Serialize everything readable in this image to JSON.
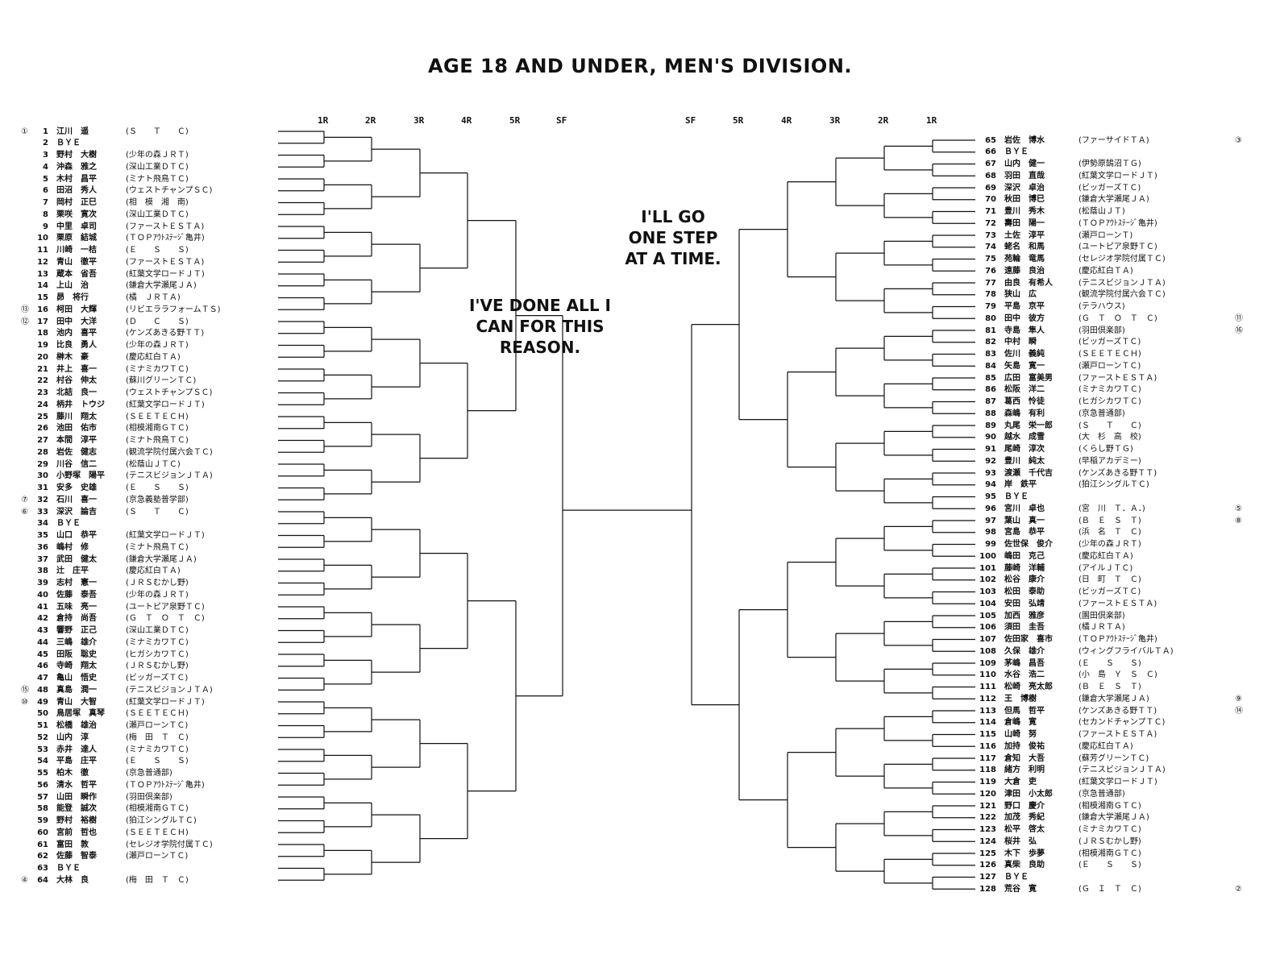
{
  "title": "AGE 18 AND UNDER, MEN'S DIVISION.",
  "rounds_left": [
    "1R",
    "2R",
    "3R",
    "4R",
    "5R",
    "SF"
  ],
  "rounds_right": [
    "SF",
    "5R",
    "4R",
    "3R",
    "2R",
    "1R"
  ],
  "bubble_left": "I'VE DONE ALL I CAN FOR THIS REASON.",
  "bubble_right": "I'LL GO ONE STEP AT A TIME.",
  "left_entries": [
    {
      "seed": "①",
      "num": "1",
      "name": "江川　遥",
      "club": "(Ｓ　　Ｔ　　Ｃ)"
    },
    {
      "seed": "",
      "num": "2",
      "name": "ＢＹＥ",
      "club": ""
    },
    {
      "seed": "",
      "num": "3",
      "name": "野村　大樹",
      "club": "(少年の森ＪＲＴ)"
    },
    {
      "seed": "",
      "num": "4",
      "name": "沖森　雅之",
      "club": "(深山工業ＤＴＣ)"
    },
    {
      "seed": "",
      "num": "5",
      "name": "木村　昌平",
      "club": "(ミナト飛鳥ＴＣ)"
    },
    {
      "seed": "",
      "num": "6",
      "name": "田沼　秀人",
      "club": "(ウェストチャンプＳＣ)"
    },
    {
      "seed": "",
      "num": "7",
      "name": "岡村　正巳",
      "club": "(相　模　湘　南)"
    },
    {
      "seed": "",
      "num": "8",
      "name": "栗咲　寛次",
      "club": "(深山工業ＤＴＣ)"
    },
    {
      "seed": "",
      "num": "9",
      "name": "中里　卓司",
      "club": "(ファーストＥＳＴＡ)"
    },
    {
      "seed": "",
      "num": "10",
      "name": "栗原　結城",
      "club": "(ＴＯＰｱｳﾄｽﾃｰｼﾞ亀井)"
    },
    {
      "seed": "",
      "num": "11",
      "name": "川崎　一桔",
      "club": "(Ｅ　　Ｓ　　Ｓ)"
    },
    {
      "seed": "",
      "num": "12",
      "name": "青山　徹平",
      "club": "(ファーストＥＳＴＡ)"
    },
    {
      "seed": "",
      "num": "13",
      "name": "蔵本　省吾",
      "club": "(紅葉文学ロードＪＴ)"
    },
    {
      "seed": "",
      "num": "14",
      "name": "上山　治",
      "club": "(鎌倉大学瀬尾ＪＡ)"
    },
    {
      "seed": "",
      "num": "15",
      "name": "昴　将行",
      "club": "(橘　ＪＲＴＡ)"
    },
    {
      "seed": "⑬",
      "num": "16",
      "name": "柯田　大輝",
      "club": "(リビエララフォームＴＳ)"
    },
    {
      "seed": "⑫",
      "num": "17",
      "name": "田中　大洋",
      "club": "(Ｄ　　Ｃ　　Ｓ)"
    },
    {
      "seed": "",
      "num": "18",
      "name": "池内　喜平",
      "club": "(ケンズあきる野ＴＴ)"
    },
    {
      "seed": "",
      "num": "19",
      "name": "比良　勇人",
      "club": "(少年の森ＪＲＴ)"
    },
    {
      "seed": "",
      "num": "20",
      "name": "榊木　豪",
      "club": "(慶応紅白ＴＡ)"
    },
    {
      "seed": "",
      "num": "21",
      "name": "井上　喜一",
      "club": "(ミナミカワＴＣ)"
    },
    {
      "seed": "",
      "num": "22",
      "name": "村谷　伸太",
      "club": "(蘇川グリーンＴＣ)"
    },
    {
      "seed": "",
      "num": "23",
      "name": "北詰　良一",
      "club": "(ウェストチャンプＳＣ)"
    },
    {
      "seed": "",
      "num": "24",
      "name": "柄井　トウジ",
      "club": "(紅葉文学ロードＪＴ)"
    },
    {
      "seed": "",
      "num": "25",
      "name": "藤川　翔太",
      "club": "(ＳＥＥＴＥＣＨ)"
    },
    {
      "seed": "",
      "num": "26",
      "name": "池田　佑市",
      "club": "(相模湘南ＧＴＣ)"
    },
    {
      "seed": "",
      "num": "27",
      "name": "本間　淳平",
      "club": "(ミナト飛鳥ＴＣ)"
    },
    {
      "seed": "",
      "num": "28",
      "name": "岩佐　健志",
      "club": "(観流学院付属六会ＴＣ)"
    },
    {
      "seed": "",
      "num": "29",
      "name": "川谷　信二",
      "club": "(松蔭山ＪＴＣ)"
    },
    {
      "seed": "",
      "num": "30",
      "name": "小野塚　陽平",
      "club": "(テニスビジョンＪＴＡ)"
    },
    {
      "seed": "",
      "num": "31",
      "name": "安多　史雄",
      "club": "(Ｅ　　Ｓ　　Ｓ)"
    },
    {
      "seed": "⑦",
      "num": "32",
      "name": "石川　喜一",
      "club": "(京急義塾普学部)"
    },
    {
      "seed": "⑥",
      "num": "33",
      "name": "深沢　論吉",
      "club": "(Ｓ　　Ｔ　　Ｃ)"
    },
    {
      "seed": "",
      "num": "34",
      "name": "ＢＹＥ",
      "club": ""
    },
    {
      "seed": "",
      "num": "35",
      "name": "山口　恭平",
      "club": "(紅葉文学ロードＪＴ)"
    },
    {
      "seed": "",
      "num": "36",
      "name": "嶋村　修",
      "club": "(ミナト飛鳥ＴＣ)"
    },
    {
      "seed": "",
      "num": "37",
      "name": "武田　健太",
      "club": "(鎌倉大学瀬尾ＪＡ)"
    },
    {
      "seed": "",
      "num": "38",
      "name": "辻　庄平",
      "club": "(慶応紅白ＴＡ)"
    },
    {
      "seed": "",
      "num": "39",
      "name": "志村　憲一",
      "club": "(ＪＲＳむかし野)"
    },
    {
      "seed": "",
      "num": "40",
      "name": "佐藤　泰吾",
      "club": "(少年の森ＪＲＴ)"
    },
    {
      "seed": "",
      "num": "41",
      "name": "五味　亮一",
      "club": "(ユートピア泉野ＴＣ)"
    },
    {
      "seed": "",
      "num": "42",
      "name": "倉持　尚吾",
      "club": "(Ｇ　Ｔ　Ｏ　Ｔ　Ｃ)"
    },
    {
      "seed": "",
      "num": "43",
      "name": "響野　正己",
      "club": "(深山工業ＤＴＣ)"
    },
    {
      "seed": "",
      "num": "44",
      "name": "三嶋　雄介",
      "club": "(ミナミカワＴＣ)"
    },
    {
      "seed": "",
      "num": "45",
      "name": "田阪　聡史",
      "club": "(ヒガシカワＴＣ)"
    },
    {
      "seed": "",
      "num": "46",
      "name": "寺崎　翔太",
      "club": "(ＪＲＳむかし野)"
    },
    {
      "seed": "",
      "num": "47",
      "name": "亀山　悟史",
      "club": "(ビッガーズＴＣ)"
    },
    {
      "seed": "⑮",
      "num": "48",
      "name": "真島　潤一",
      "club": "(テニスビジョンＪＴＡ)"
    },
    {
      "seed": "⑩",
      "num": "49",
      "name": "青山　大智",
      "club": "(紅葉文学ロードＪＴ)"
    },
    {
      "seed": "",
      "num": "50",
      "name": "鳥居塚　真琴",
      "club": "(ＳＥＥＴＥＣＨ)"
    },
    {
      "seed": "",
      "num": "51",
      "name": "松橋　雄治",
      "club": "(瀬戸ローンＴＣ)"
    },
    {
      "seed": "",
      "num": "52",
      "name": "山内　淳",
      "club": "(梅　田　Ｔ　Ｃ)"
    },
    {
      "seed": "",
      "num": "53",
      "name": "赤井　達人",
      "club": "(ミナミカワＴＣ)"
    },
    {
      "seed": "",
      "num": "54",
      "name": "平島　庄平",
      "club": "(Ｅ　　Ｓ　　Ｓ)"
    },
    {
      "seed": "",
      "num": "55",
      "name": "柏木　徹",
      "club": "(京急普通部)"
    },
    {
      "seed": "",
      "num": "56",
      "name": "清水　哲平",
      "club": "(ＴＯＰｱｳﾄｽﾃｰｼﾞ亀井)"
    },
    {
      "seed": "",
      "num": "57",
      "name": "山田　瞬作",
      "club": "(羽田倶楽部)"
    },
    {
      "seed": "",
      "num": "58",
      "name": "能登　誠次",
      "club": "(相模湘南ＧＴＣ)"
    },
    {
      "seed": "",
      "num": "59",
      "name": "野村　裕樹",
      "club": "(狛江シングルＴＣ)"
    },
    {
      "seed": "",
      "num": "60",
      "name": "宮前　哲也",
      "club": "(ＳＥＥＴＥＣＨ)"
    },
    {
      "seed": "",
      "num": "61",
      "name": "富田　敦",
      "club": "(セレジオ学院付属ＴＣ)"
    },
    {
      "seed": "",
      "num": "62",
      "name": "佐藤　智泰",
      "club": "(瀬戸ローンＴＣ)"
    },
    {
      "seed": "",
      "num": "63",
      "name": "ＢＹＥ",
      "club": ""
    },
    {
      "seed": "④",
      "num": "64",
      "name": "大林　良",
      "club": "(梅　田　Ｔ　Ｃ)"
    }
  ],
  "right_entries": [
    {
      "seed": "③",
      "num": "65",
      "name": "岩佐　博水",
      "club": "(ファーサイドＴＡ)"
    },
    {
      "seed": "",
      "num": "66",
      "name": "ＢＹＥ",
      "club": ""
    },
    {
      "seed": "",
      "num": "67",
      "name": "山内　健一",
      "club": "(伊勢原鵠沼ＴＧ)"
    },
    {
      "seed": "",
      "num": "68",
      "name": "羽田　直哉",
      "club": "(紅葉文学ロードＪＴ)"
    },
    {
      "seed": "",
      "num": "69",
      "name": "深沢　卓治",
      "club": "(ビッガーズＴＣ)"
    },
    {
      "seed": "",
      "num": "70",
      "name": "秋田　博巳",
      "club": "(鎌倉大学瀬尾ＪＡ)"
    },
    {
      "seed": "",
      "num": "71",
      "name": "豊川　秀木",
      "club": "(松蔭山ＪＴ)"
    },
    {
      "seed": "",
      "num": "72",
      "name": "壽田　陽一",
      "club": "(ＴＯＰｱｳﾄｽﾃｰｼﾞ亀井)"
    },
    {
      "seed": "",
      "num": "73",
      "name": "土佐　淳平",
      "club": "(瀬戸ローンＴ)"
    },
    {
      "seed": "",
      "num": "74",
      "name": "蛯名　和馬",
      "club": "(ユートピア泉野ＴＣ)"
    },
    {
      "seed": "",
      "num": "75",
      "name": "苑輪　竜馬",
      "club": "(セレジオ学院付属ＴＣ)"
    },
    {
      "seed": "",
      "num": "76",
      "name": "遠藤　良治",
      "club": "(慶応紅白ＴＡ)"
    },
    {
      "seed": "",
      "num": "77",
      "name": "由良　有希人",
      "club": "(テニスビジョンＪＴＡ)"
    },
    {
      "seed": "",
      "num": "78",
      "name": "狭山　広",
      "club": "(観流学院付属六会ＴＣ)"
    },
    {
      "seed": "",
      "num": "79",
      "name": "平島　京平",
      "club": "(テラハウス)"
    },
    {
      "seed": "⑪",
      "num": "80",
      "name": "田中　彼方",
      "club": "(Ｇ　Ｔ　Ｏ　Ｔ　Ｃ)"
    },
    {
      "seed": "⑯",
      "num": "81",
      "name": "寺島　隼人",
      "club": "(羽田倶楽部)"
    },
    {
      "seed": "",
      "num": "82",
      "name": "中村　瞬",
      "club": "(ビッガーズＴＣ)"
    },
    {
      "seed": "",
      "num": "83",
      "name": "佐川　義純",
      "club": "(ＳＥＥＴＥＣＨ)"
    },
    {
      "seed": "",
      "num": "84",
      "name": "矢島　寛一",
      "club": "(瀬戸ローンＴＣ)"
    },
    {
      "seed": "",
      "num": "85",
      "name": "広田　富美男",
      "club": "(ファーストＥＳＴＡ)"
    },
    {
      "seed": "",
      "num": "86",
      "name": "松阪　洋二",
      "club": "(ミナミカワＴＣ)"
    },
    {
      "seed": "",
      "num": "87",
      "name": "葛西　怜徒",
      "club": "(ヒガシカワＴＣ)"
    },
    {
      "seed": "",
      "num": "88",
      "name": "森嶋　有利",
      "club": "(京急普通部)"
    },
    {
      "seed": "",
      "num": "89",
      "name": "丸尾　栄一郎",
      "club": "(Ｓ　　Ｔ　　Ｃ)"
    },
    {
      "seed": "",
      "num": "90",
      "name": "越水　成雪",
      "club": "(大　杉　高　校)"
    },
    {
      "seed": "",
      "num": "91",
      "name": "尾崎　淳次",
      "club": "(くらし野ＴＧ)"
    },
    {
      "seed": "",
      "num": "92",
      "name": "豊川　純太",
      "club": "(早稲アカデミー)"
    },
    {
      "seed": "",
      "num": "93",
      "name": "渡瀬　千代吉",
      "club": "(ケンズあきる野ＴＴ)"
    },
    {
      "seed": "",
      "num": "94",
      "name": "岸　鉄平",
      "club": "(狛江シングルＴＣ)"
    },
    {
      "seed": "",
      "num": "95",
      "name": "ＢＹＥ",
      "club": ""
    },
    {
      "seed": "⑤",
      "num": "96",
      "name": "宮川　卓也",
      "club": "(宮　川　Ｔ．Ａ．)"
    },
    {
      "seed": "⑧",
      "num": "97",
      "name": "葉山　真一",
      "club": "(Ｂ　Ｅ　Ｓ　Ｔ)"
    },
    {
      "seed": "",
      "num": "98",
      "name": "宮島　恭平",
      "club": "(浜　名　Ｔ　Ｃ)"
    },
    {
      "seed": "",
      "num": "99",
      "name": "佐世保　俊介",
      "club": "(少年の森ＪＲＴ)"
    },
    {
      "seed": "",
      "num": "100",
      "name": "嶋田　克己",
      "club": "(慶応紅白ＴＡ)"
    },
    {
      "seed": "",
      "num": "101",
      "name": "藤崎　洋輔",
      "club": "(アイルＪＴＣ)"
    },
    {
      "seed": "",
      "num": "102",
      "name": "松谷　康介",
      "club": "(日　町　Ｔ　Ｃ)"
    },
    {
      "seed": "",
      "num": "103",
      "name": "松田　泰助",
      "club": "(ビッガーズＴＣ)"
    },
    {
      "seed": "",
      "num": "104",
      "name": "安田　弘靖",
      "club": "(ファーストＥＳＴＡ)"
    },
    {
      "seed": "",
      "num": "105",
      "name": "加西　雅彦",
      "club": "(園田倶楽部)"
    },
    {
      "seed": "",
      "num": "106",
      "name": "須田　圭吾",
      "club": "(橘ＪＲＴＡ)"
    },
    {
      "seed": "",
      "num": "107",
      "name": "佐田家　喜市",
      "club": "(ＴＯＰｱｳﾄｽﾃｰｼﾞ亀井)"
    },
    {
      "seed": "",
      "num": "108",
      "name": "久保　雄介",
      "club": "(ウィングフライバルＴＡ)"
    },
    {
      "seed": "",
      "num": "109",
      "name": "茅嶋　昌吾",
      "club": "(Ｅ　　Ｓ　　Ｓ)"
    },
    {
      "seed": "",
      "num": "110",
      "name": "水谷　浩二",
      "club": "(小　島　Ｙ　Ｓ　Ｃ)"
    },
    {
      "seed": "",
      "num": "111",
      "name": "松崎　亮太郎",
      "club": "(Ｂ　Ｅ　Ｓ　Ｔ)"
    },
    {
      "seed": "⑨",
      "num": "112",
      "name": "王　博樹",
      "club": "(鎌倉大学瀬尾ＪＡ)"
    },
    {
      "seed": "⑭",
      "num": "113",
      "name": "但馬　哲平",
      "club": "(ケンズあきる野ＴＴ)"
    },
    {
      "seed": "",
      "num": "114",
      "name": "倉嶋　寛",
      "club": "(セカンドチャンプＴＣ)"
    },
    {
      "seed": "",
      "num": "115",
      "name": "山崎　努",
      "club": "(ファーストＥＳＴＡ)"
    },
    {
      "seed": "",
      "num": "116",
      "name": "加持　俊祐",
      "club": "(慶応紅白ＴＡ)"
    },
    {
      "seed": "",
      "num": "117",
      "name": "倉知　大吾",
      "club": "(蘇芳グリーンＴＣ)"
    },
    {
      "seed": "",
      "num": "118",
      "name": "緒方　利明",
      "club": "(テニスビジョンＪＴＡ)"
    },
    {
      "seed": "",
      "num": "119",
      "name": "大倉　吏",
      "club": "(紅葉文学ロードＪＴ)"
    },
    {
      "seed": "",
      "num": "120",
      "name": "津田　小太郎",
      "club": "(京急普通部)"
    },
    {
      "seed": "",
      "num": "121",
      "name": "野口　慶介",
      "club": "(相模湘南ＧＴＣ)"
    },
    {
      "seed": "",
      "num": "122",
      "name": "加茂　秀紀",
      "club": "(鎌倉大学瀬尾ＪＡ)"
    },
    {
      "seed": "",
      "num": "123",
      "name": "松平　啓太",
      "club": "(ミナミカワＴＣ)"
    },
    {
      "seed": "",
      "num": "124",
      "name": "桜井　弘",
      "club": "(ＪＲＳむかし野)"
    },
    {
      "seed": "",
      "num": "125",
      "name": "木下　歩夢",
      "club": "(相模湘南ＧＴＣ)"
    },
    {
      "seed": "",
      "num": "126",
      "name": "真柴　良助",
      "club": "(Ｅ　　Ｓ　　Ｓ)"
    },
    {
      "seed": "",
      "num": "127",
      "name": "ＢＹＥ",
      "club": ""
    },
    {
      "seed": "②",
      "num": "128",
      "name": "荒谷　寛",
      "club": "(Ｇ　Ｉ　Ｔ　Ｃ)"
    }
  ]
}
